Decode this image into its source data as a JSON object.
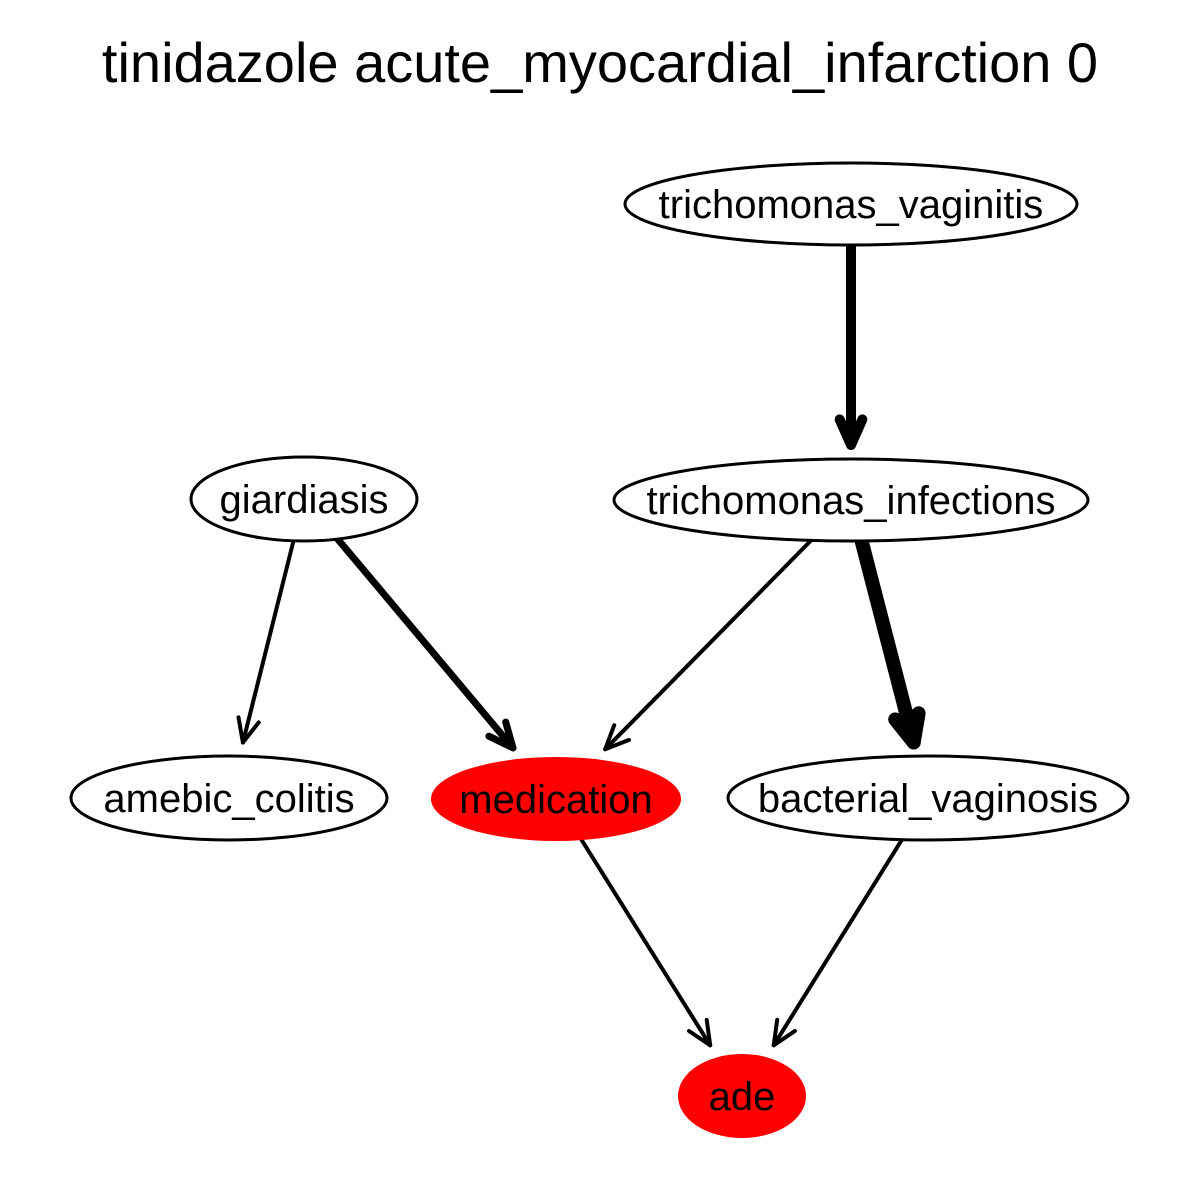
{
  "title": "tinidazole acute_myocardial_infarction 0",
  "colors": {
    "highlight": "#ff0000",
    "default_fill": "#ffffff",
    "stroke": "#000000"
  },
  "nodes": [
    {
      "id": "trichomonas_vaginitis",
      "label": "trichomonas_vaginitis",
      "highlighted": false
    },
    {
      "id": "giardiasis",
      "label": "giardiasis",
      "highlighted": false
    },
    {
      "id": "trichomonas_infections",
      "label": "trichomonas_infections",
      "highlighted": false
    },
    {
      "id": "amebic_colitis",
      "label": "amebic_colitis",
      "highlighted": false
    },
    {
      "id": "medication",
      "label": "medication",
      "highlighted": true
    },
    {
      "id": "bacterial_vaginosis",
      "label": "bacterial_vaginosis",
      "highlighted": false
    },
    {
      "id": "ade",
      "label": "ade",
      "highlighted": true
    }
  ],
  "edges": [
    {
      "from": "trichomonas_vaginitis",
      "to": "trichomonas_infections",
      "weight": "heavy"
    },
    {
      "from": "giardiasis",
      "to": "amebic_colitis",
      "weight": "normal"
    },
    {
      "from": "giardiasis",
      "to": "medication",
      "weight": "medium"
    },
    {
      "from": "trichomonas_infections",
      "to": "medication",
      "weight": "normal"
    },
    {
      "from": "trichomonas_infections",
      "to": "bacterial_vaginosis",
      "weight": "heaviest"
    },
    {
      "from": "medication",
      "to": "ade",
      "weight": "normal"
    },
    {
      "from": "bacterial_vaginosis",
      "to": "ade",
      "weight": "normal"
    }
  ]
}
